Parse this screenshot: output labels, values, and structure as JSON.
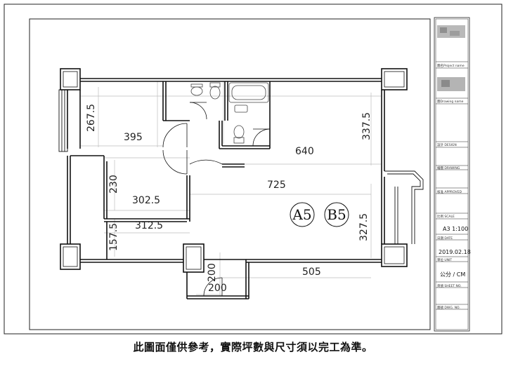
{
  "dimensions": {
    "d1": "267.5",
    "d2": "395",
    "d3": "337.5",
    "d4": "640",
    "d5": "230",
    "d6": "302.5",
    "d7": "725",
    "d8": "327.5",
    "d9": "312.5",
    "d10": "157.5",
    "d11": "200",
    "d12": "200",
    "d13": "505"
  },
  "units": [
    "A5",
    "B5"
  ],
  "title_block": {
    "project_name": "圖名Project name",
    "drawing_name": "圖Drawing name",
    "design": "設計 DESIGN",
    "drawing": "繪圖 DRAWING",
    "approved": "核准 APPROVED",
    "scale_label": "比例 SCALE",
    "scale_value": "A3  1:100",
    "date_label": "日期 DATE",
    "date_value": "2019.02.18",
    "unit_label": "單位 UNIT",
    "unit_value": "公分 / CM",
    "sheet_label": "頁號 SHEET NO.",
    "dwg_label": "圖號 DWG. NO."
  },
  "footer_note": "此圖面僅供參考，實際坪數與尺寸須以完工為準。"
}
